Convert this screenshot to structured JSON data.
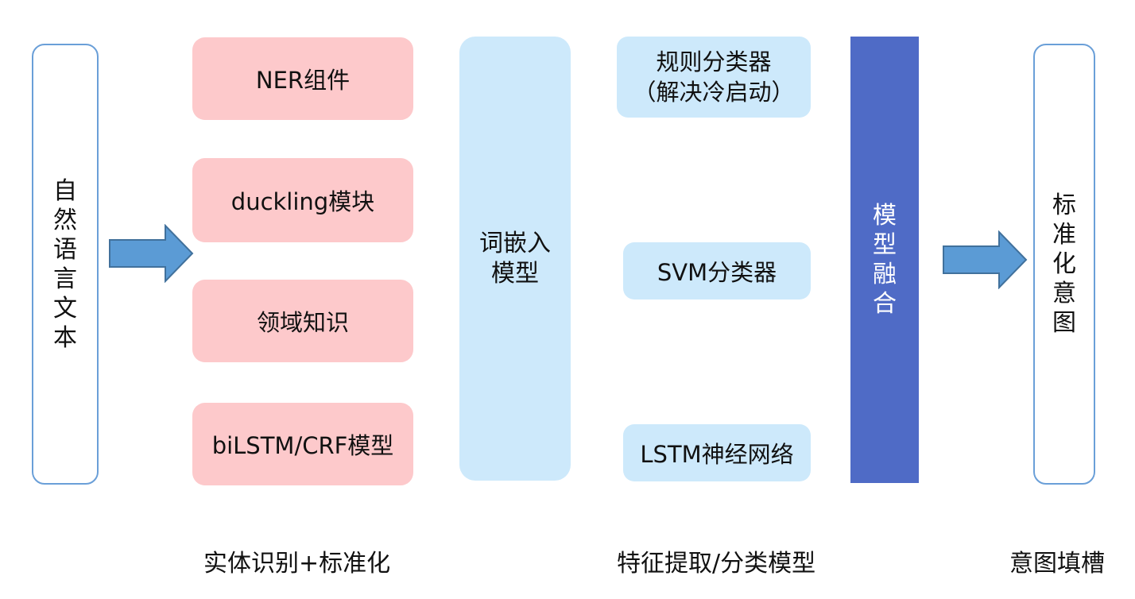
{
  "input_text": "自然语言文本",
  "entity_modules": [
    "NER组件",
    "duckling模块",
    "领域知识",
    "biLSTM/CRF模型"
  ],
  "embedding_model": [
    "词嵌入",
    "模型"
  ],
  "classifiers": {
    "rule": [
      "规则分类器",
      "（解决冷启动）"
    ],
    "svm": "SVM分类器",
    "lstm": "LSTM神经网络"
  },
  "fusion": "模型融合",
  "output_text": "标准化意图",
  "captions": {
    "stage1": "实体识别+标准化",
    "stage2": "特征提取/分类模型",
    "stage3": "意图填槽"
  },
  "colors": {
    "outline": "#6a9fd8",
    "pink": "#fdc9cb",
    "light_blue": "#cde9fb",
    "fusion": "#4f6bc6",
    "arrow": "#5b9bd5"
  }
}
